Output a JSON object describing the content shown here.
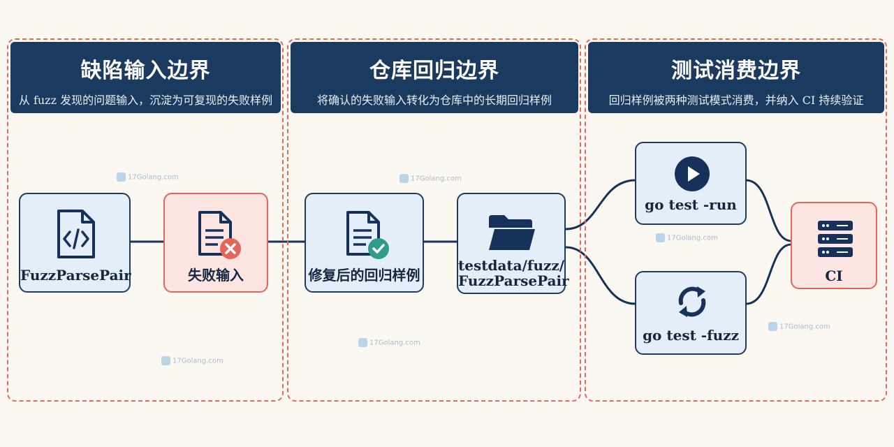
{
  "sections": [
    {
      "title": "缺陷输入边界",
      "subtitle": "从 fuzz 发现的问题输入，沉淀为可复现的失败样例"
    },
    {
      "title": "仓库回归边界",
      "subtitle": "将确认的失败输入转化为仓库中的长期回归样例"
    },
    {
      "title": "测试消费边界",
      "subtitle": "回归样例被两种测试模式消费，并纳入 CI 持续验证"
    }
  ],
  "nodes": {
    "fuzz_func": {
      "label": "FuzzParsePair",
      "icon": "code-file-icon"
    },
    "failing_input": {
      "label": "失败输入",
      "icon": "file-error-icon"
    },
    "fixed_sample": {
      "label": "修复后的回归样例",
      "icon": "file-check-icon"
    },
    "testdata_dir": {
      "label_line1": "testdata/fuzz/",
      "label_line2": "FuzzParsePair",
      "icon": "folder-icon"
    },
    "go_test_run": {
      "label": "go test -run",
      "icon": "play-icon"
    },
    "go_test_fuzz": {
      "label": "go test -fuzz",
      "icon": "cycle-icon"
    },
    "ci": {
      "label": "CI",
      "icon": "server-icon"
    }
  },
  "watermark": "17Golang.com",
  "colors": {
    "navy": "#1b3a5f",
    "accent_red": "#e4665a",
    "node_blue": "#e4eef9",
    "node_red": "#fde6e1",
    "check_green": "#2f9c8a",
    "background": "#fbf8f1"
  }
}
